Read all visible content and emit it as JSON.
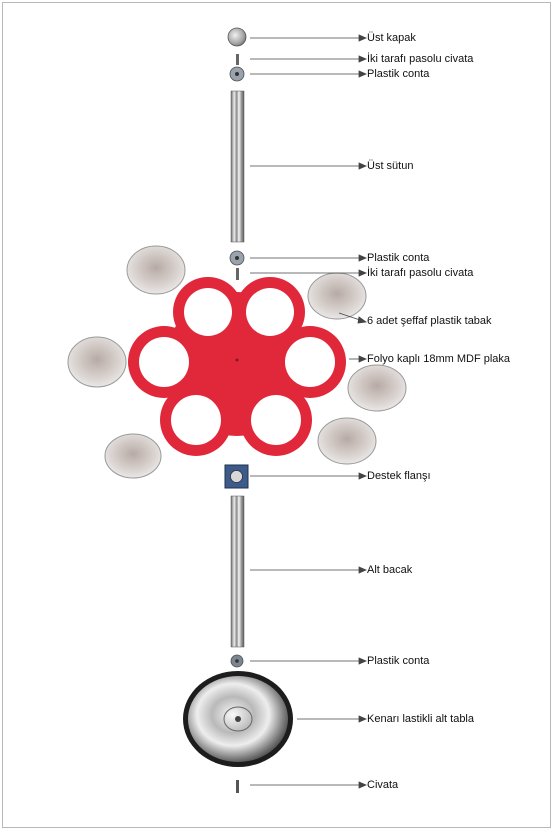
{
  "diagram": {
    "labels": [
      "Üst kapak",
      "İki tarafı pasolu civata",
      "Plastik conta",
      "Üst sütun",
      "Plastik conta",
      "İki tarafı pasolu civata",
      "6 adet şeffaf plastik tabak",
      "Folyo kaplı 18mm MDF plaka",
      "Destek flanşı",
      "Alt bacak",
      "Plastik conta",
      "Kenarı lastikli alt tabla",
      "Civata"
    ]
  },
  "colors": {
    "plate_red": "#e0283a",
    "hole_white": "#ffffff",
    "leader_line": "#444444",
    "chrome_light": "#f0f0f0",
    "chrome_dark": "#7a7a7a",
    "tray_gray": "#cfc8c4",
    "flange_blue": "#3c5a8a"
  }
}
